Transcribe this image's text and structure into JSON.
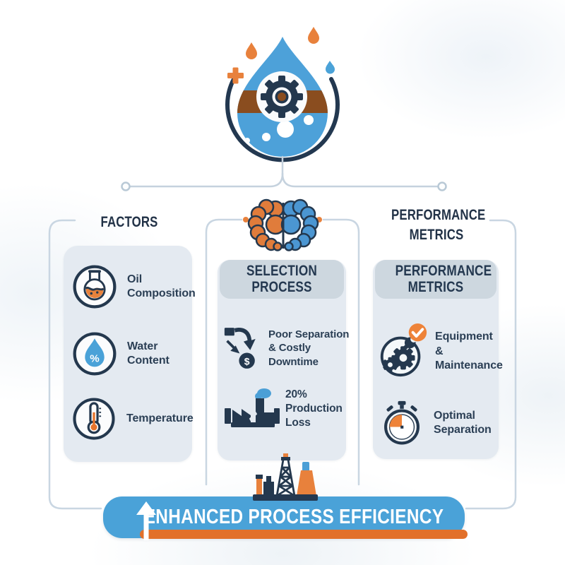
{
  "headings": {
    "factors": "FACTORS",
    "performance_metrics": "PERFORMANCE METRICS"
  },
  "panels": {
    "factors": {
      "items": [
        "Oil Composition",
        "Water Content",
        "Temperature"
      ]
    },
    "selection": {
      "title": "SELECTION PROCESS",
      "items": [
        "Poor Separation & Costly Downtime",
        "20% Production Loss"
      ]
    },
    "metrics": {
      "title": "PERFORMANCE METRICS",
      "items": [
        "Equipment & Maintenance",
        "Optimal Separation"
      ]
    }
  },
  "banner": {
    "label": "ENHANCED PROCESS EFFICIENCY"
  },
  "symbols": {
    "percent": "%",
    "dollar": "$"
  },
  "icons": [
    "water-drop-gear-icon",
    "brain-icon",
    "flask-icon",
    "percent-drop-icon",
    "thermometer-icon",
    "loss-arrows-dollar-icon",
    "factory-loss-icon",
    "gear-wrench-check-icon",
    "stopwatch-icon",
    "oil-derrick-icon",
    "up-arrow-icon"
  ],
  "colors": {
    "blue": "#4aa2d8",
    "orange": "#e8813c",
    "orange_dark": "#e2702a",
    "navy": "#24384e",
    "brown": "#8a4d1f",
    "panel": "#e4eaf1",
    "band": "#cdd7df",
    "line": "#c9d6e2"
  }
}
